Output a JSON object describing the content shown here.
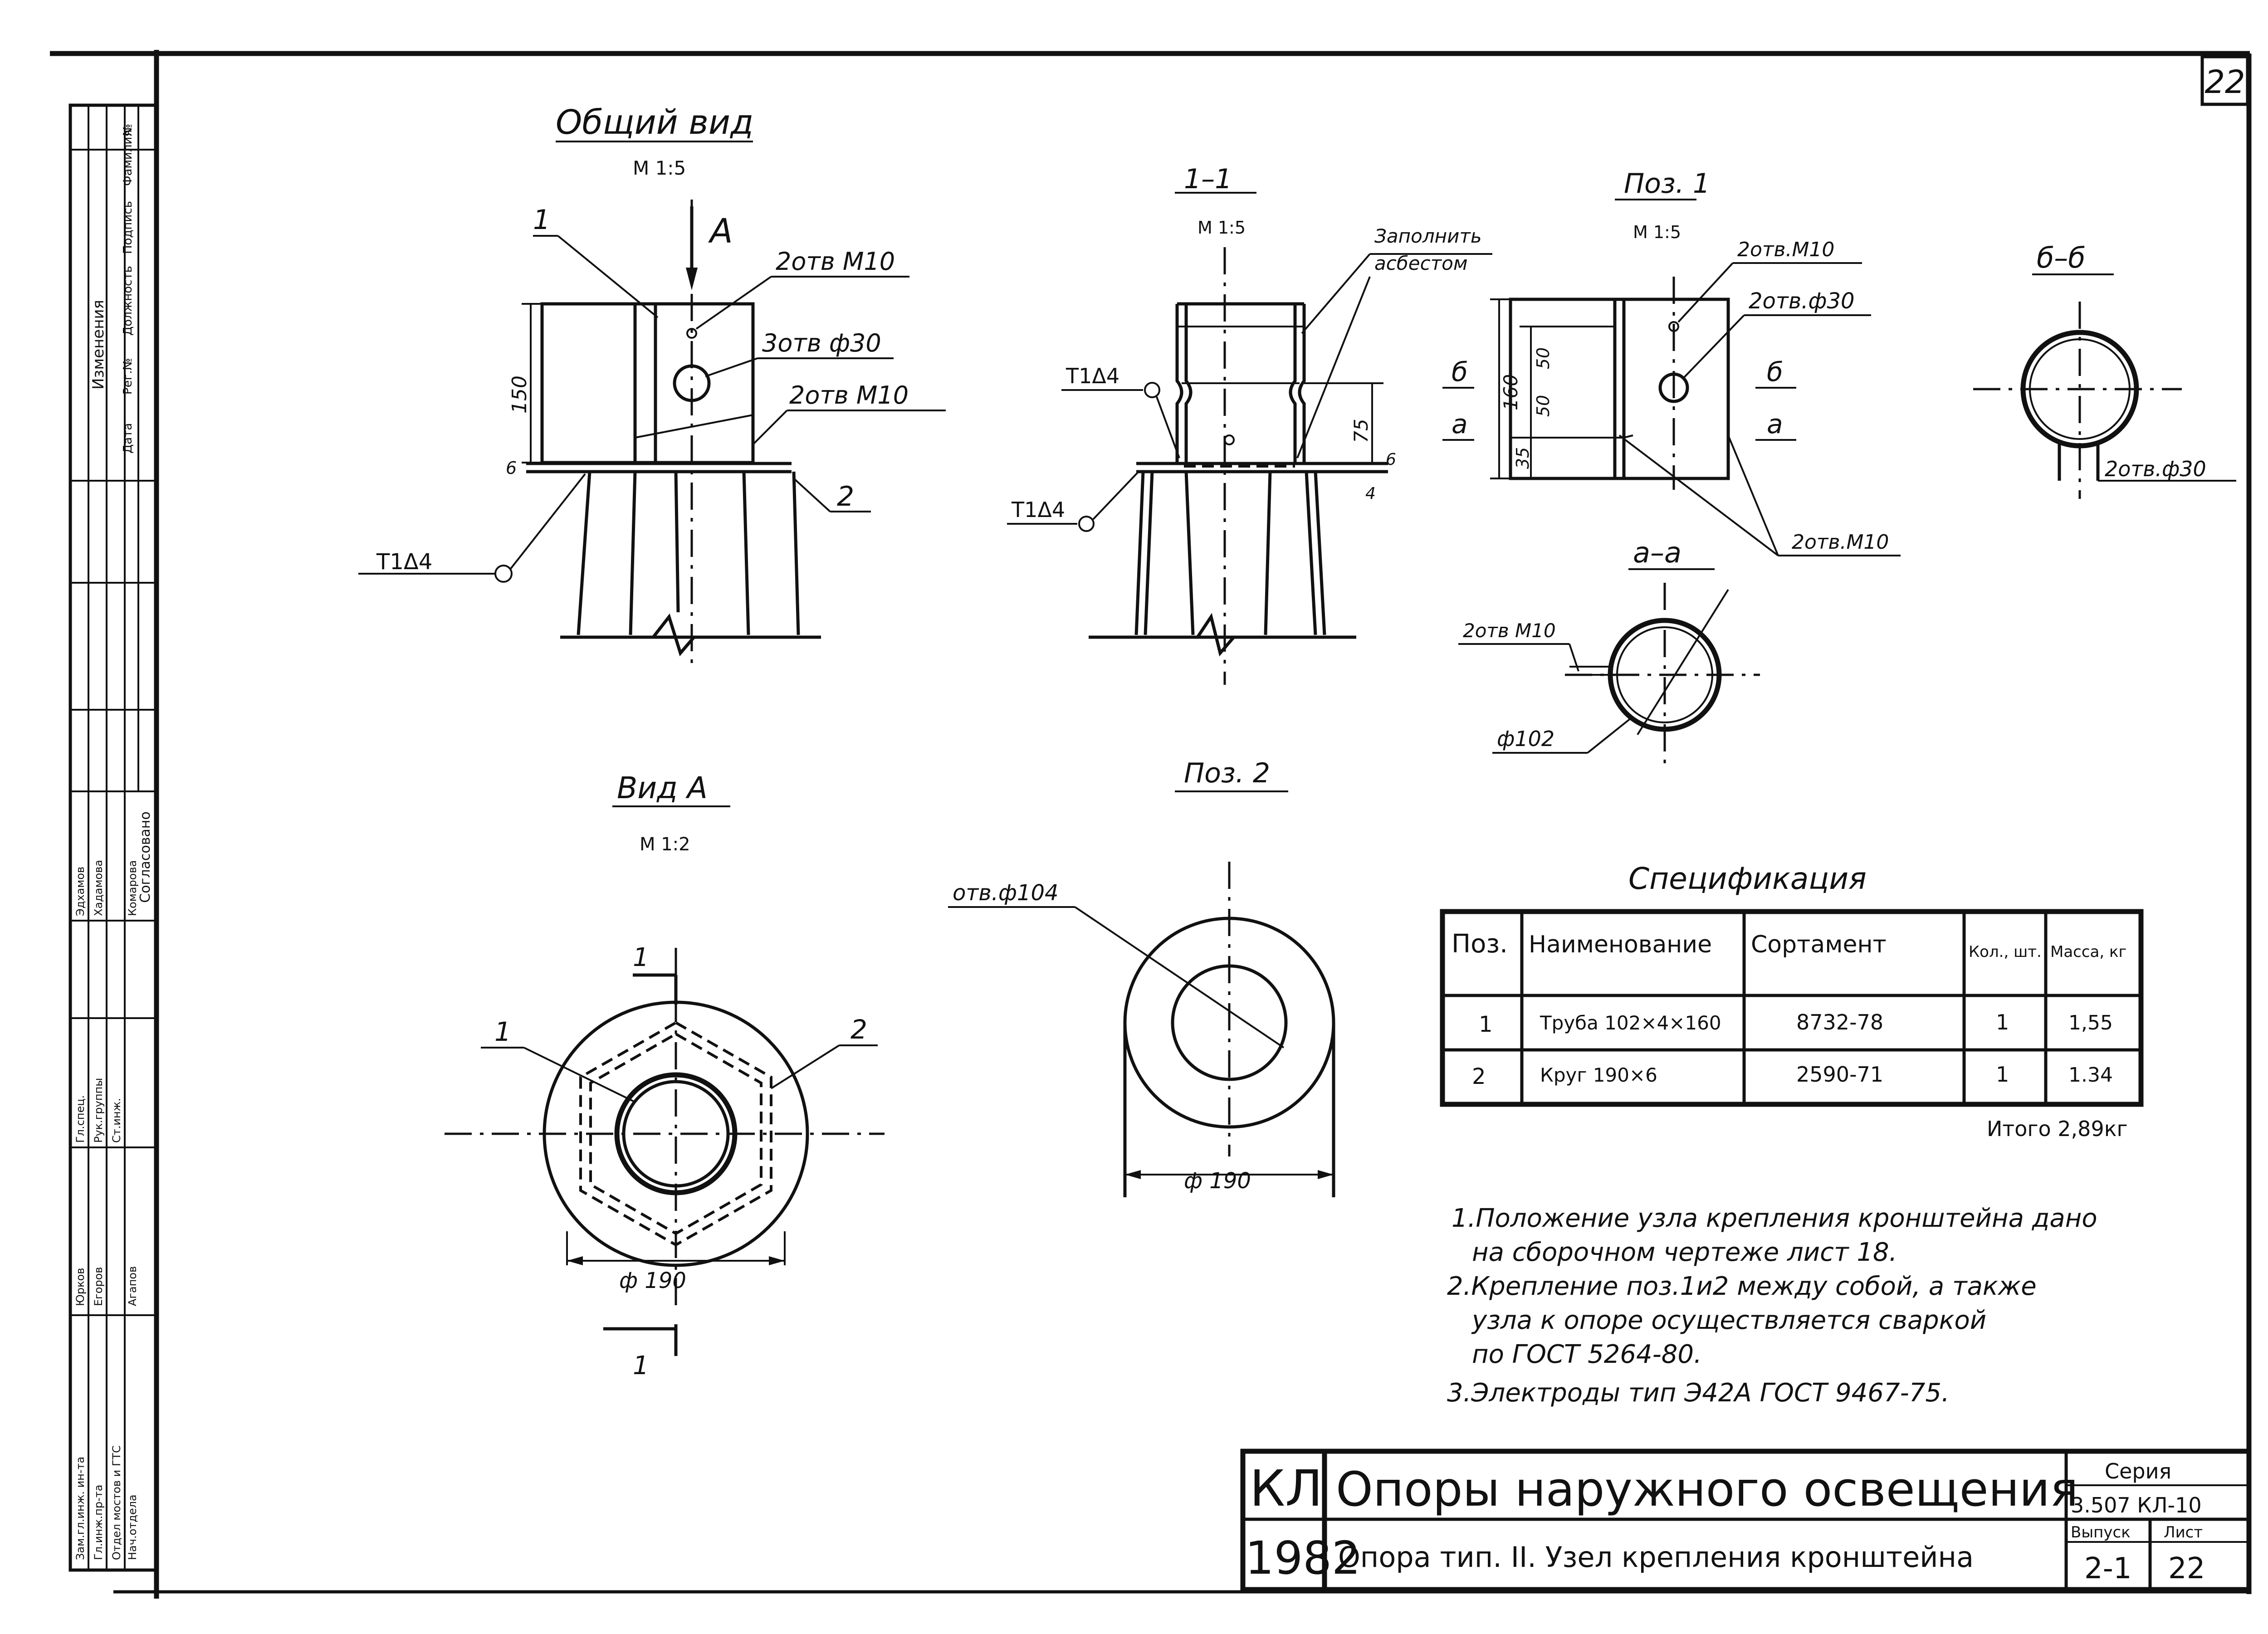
{
  "sheet_number": "22",
  "views": {
    "general": {
      "title": "Общий вид",
      "scale": "М 1:5",
      "view_arrow": "А",
      "callouts": {
        "pos1": "1",
        "holes_m10_a": "2отв М10",
        "holes_d30": "3отв ф30",
        "holes_m10_b": "2отв М10",
        "pos2": "2",
        "weld": "Т1Δ4"
      },
      "dims": {
        "height": "150",
        "thickness": "6"
      }
    },
    "section_1_1": {
      "title": "1–1",
      "scale": "М 1:5",
      "fill_note_1": "Заполнить",
      "fill_note_2": "асбестом",
      "weld_top": "Т1Δ4",
      "weld_bottom": "Т1Δ4",
      "dim_75": "75",
      "dim_6": "6",
      "dim_4": "4"
    },
    "pos1": {
      "title": "Поз. 1",
      "scale": "М 1:5",
      "holes_m10": "2отв.М10",
      "holes_d30": "2отв.ф30",
      "section_b": "б",
      "section_a": "а",
      "holes_m10_bottom": "2отв.М10",
      "dims": {
        "d160": "160",
        "d50": "50",
        "d50b": "50",
        "d35": "35"
      }
    },
    "section_b_b": {
      "title": "б–б",
      "holes": "2отв.ф30"
    },
    "section_a_a": {
      "title": "а–а",
      "holes": "2отв М10",
      "diameter": "ф102"
    },
    "view_a": {
      "title": "Вид А",
      "scale": "М 1:2",
      "cut": "1",
      "pos1": "1",
      "pos2": "2",
      "diameter": "ф 190"
    },
    "pos2": {
      "title": "Поз. 2",
      "hole": "отв.ф104",
      "diameter": "ф 190"
    }
  },
  "specification": {
    "title": "Спецификация",
    "headers": [
      "Поз.",
      "Наименование",
      "Сортамент",
      "Кол., шт.",
      "Масса, кг"
    ],
    "rows": [
      [
        "1",
        "Труба 102×4×160",
        "8732-78",
        "1",
        "1,55"
      ],
      [
        "2",
        "Круг 190×6",
        "2590-71",
        "1",
        "1.34"
      ]
    ],
    "total": "Итого 2,89кг"
  },
  "notes": [
    "1.Положение узла крепления кронштейна дано",
    "на сборочном чертеже лист 18.",
    "2.Крепление поз.1и2 между собой, а также",
    "узла к опоре осуществляется сваркой",
    "по ГОСТ 5264-80.",
    "3.Электроды тип Э42А ГОСТ 9467-75."
  ],
  "title_block": {
    "code": "КЛ",
    "year": "1982",
    "title": "Опоры наружного освещения",
    "subtitle": "Опора тип. II. Узел крепления кронштейна",
    "series_label": "Серия",
    "series": "3.507 КЛ-10",
    "issue_label": "Выпуск",
    "issue": "2-1",
    "sheet_label": "Лист",
    "sheet": "22"
  },
  "side_stamp": {
    "changes_title": "Изменения",
    "col_headers": [
      "Дата",
      "Рег.№",
      "Должность",
      "Подпись",
      "Фамилия",
      "№"
    ],
    "approved": "Согласовано",
    "roles": [
      "Зам.гл.инж. ин-та",
      "Гл.инж.пр-та",
      "Отдел мостов и ГТС",
      "Нач.отдела",
      "Гл.спец.",
      "Рук.группы",
      "Ст.инж."
    ],
    "names": [
      "Юрков",
      "Егоров",
      "Агапов",
      "Эдхамов",
      "Хадамова",
      "Комарова"
    ]
  }
}
